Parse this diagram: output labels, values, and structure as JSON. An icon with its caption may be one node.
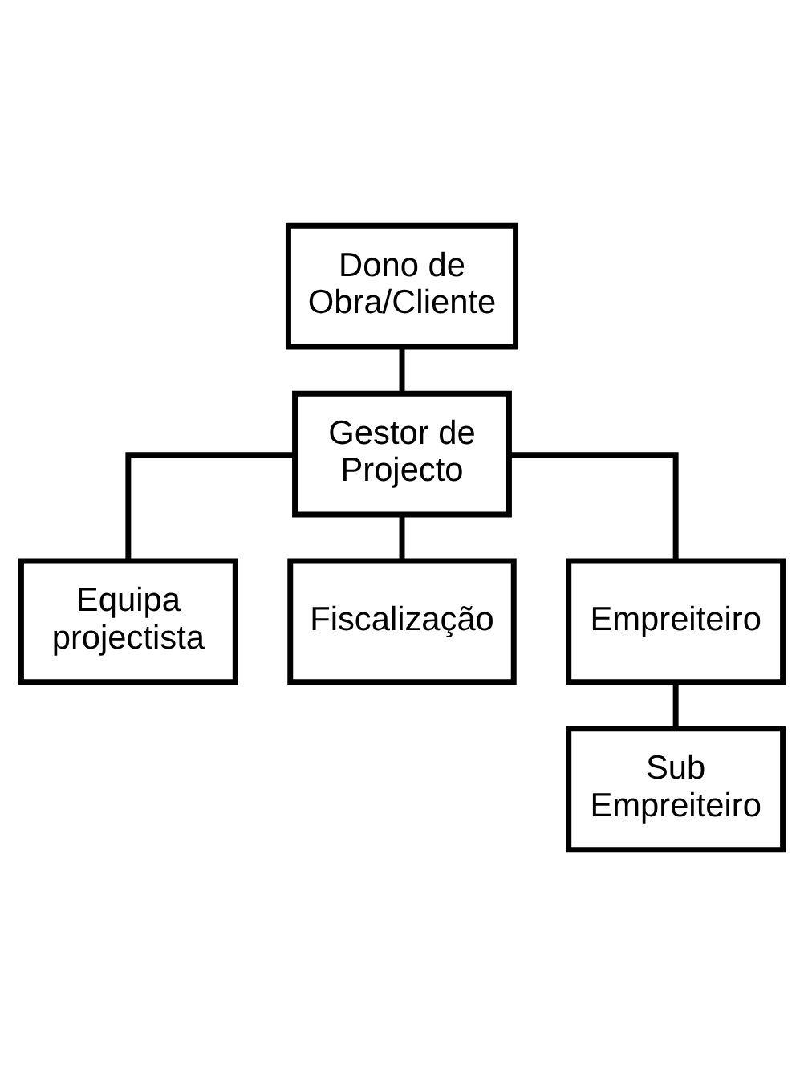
{
  "diagram": {
    "nodes": [
      {
        "text": [
          "Dono de Obra/Cliente"
        ]
      },
      {
        "text": [
          "Gestor de Projecto"
        ]
      },
      {
        "text": [
          "Equipa projectista"
        ]
      },
      {
        "text": [
          "Fiscalização"
        ]
      },
      {
        "text": [
          "Empreiteiro"
        ]
      },
      {
        "text": [
          "Sub Empreiteiro"
        ]
      }
    ],
    "edges": [
      {
        "from": 0,
        "to": 1,
        "arrow": "none"
      },
      {
        "from": 1,
        "to": 2,
        "arrow": "none"
      },
      {
        "from": 1,
        "to": 3,
        "arrow": "none"
      },
      {
        "from": 1,
        "to": 4,
        "arrow": "none"
      },
      {
        "from": 4,
        "to": 5,
        "arrow": "none"
      }
    ]
  }
}
